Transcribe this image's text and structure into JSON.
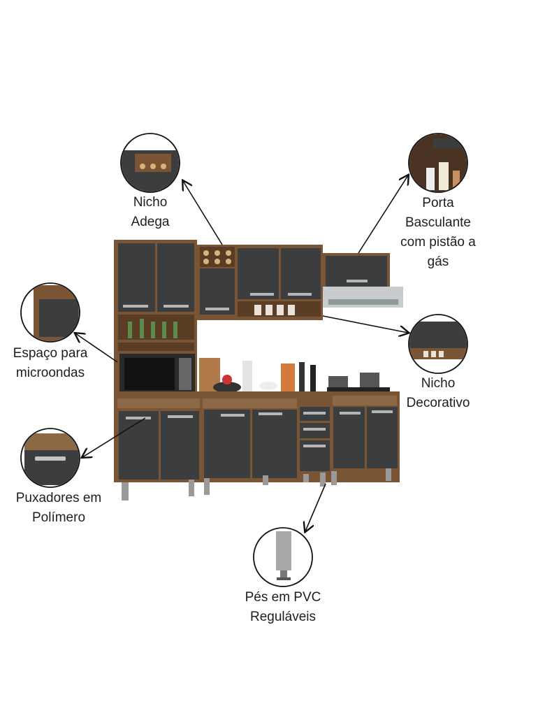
{
  "callouts": {
    "nicho_adega": {
      "lines": [
        "Nicho",
        "Adega"
      ],
      "icon": "wine-niche-icon"
    },
    "porta_basculante": {
      "lines": [
        "Porta",
        "Basculante",
        "com pistão a",
        "gás"
      ],
      "icon": "lift-door-icon"
    },
    "espaco_microondas": {
      "lines": [
        "Espaço para",
        "microondas"
      ],
      "icon": "microwave-space-icon"
    },
    "nicho_decorativo": {
      "lines": [
        "Nicho",
        "Decorativo"
      ],
      "icon": "decorative-niche-icon"
    },
    "puxadores": {
      "lines": [
        "Puxadores em",
        "Polímero"
      ],
      "icon": "handle-icon"
    },
    "pes_pvc": {
      "lines": [
        "Pés em PVC",
        "Reguláveis"
      ],
      "icon": "adjustable-foot-icon"
    }
  },
  "colors": {
    "wood": "#7a5535",
    "door": "#3c3d3f",
    "handle": "#b5b5b5",
    "text": "#1e1e1e"
  }
}
